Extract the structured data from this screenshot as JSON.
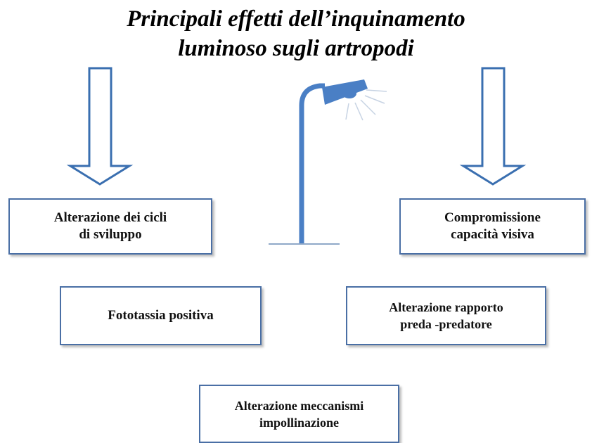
{
  "title": {
    "line1": "Principali effetti dell’inquinamento",
    "line2": "luminoso sugli artropodi"
  },
  "boxes": [
    {
      "lines": [
        "Alterazione dei cicli",
        "di sviluppo"
      ]
    },
    {
      "lines": [
        "Compromissione",
        "capacità visiva"
      ]
    },
    {
      "lines": [
        "Fototassia positiva"
      ]
    },
    {
      "lines": [
        "Alterazione rapporto",
        "preda -predatore"
      ]
    },
    {
      "lines": [
        "Alterazione meccanismi",
        "impollinazione"
      ]
    }
  ],
  "icons": {
    "lamp": "street-lamp-icon",
    "arrows": "down-arrow-icon"
  },
  "colors": {
    "lamp": "#4a7fc5",
    "box_border": "#4a6fa5",
    "arrow_stroke": "#3a6fb0"
  }
}
